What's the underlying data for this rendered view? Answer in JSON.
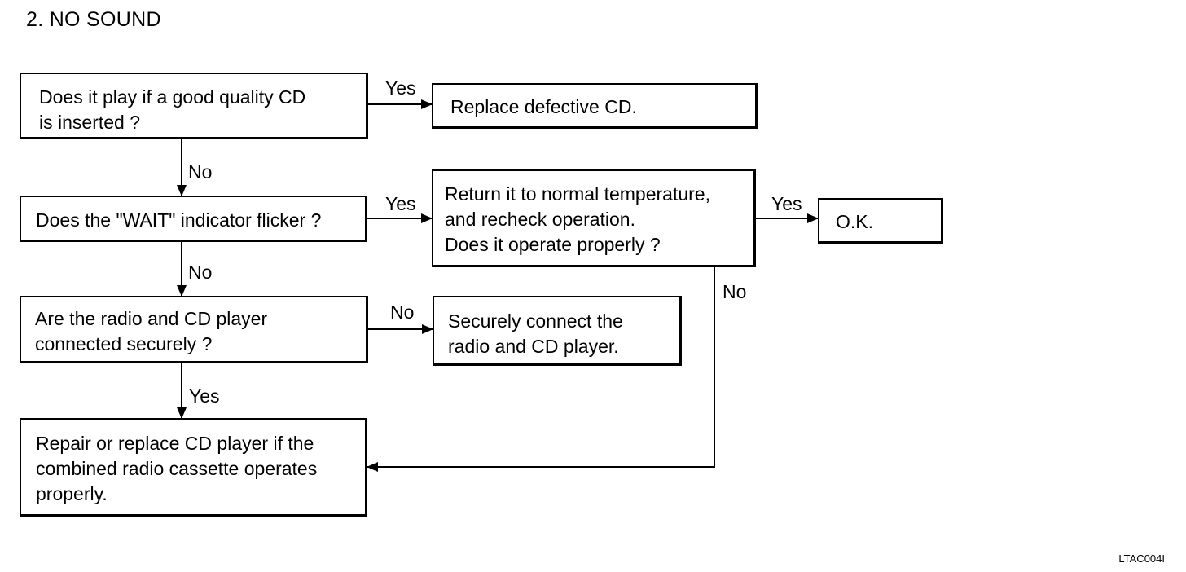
{
  "title": "2.  NO SOUND",
  "nodes": {
    "q1": [
      "Does it play if a good quality CD",
      "is inserted ?"
    ],
    "a1": [
      "Replace defective CD."
    ],
    "q2": [
      "Does the \"WAIT\" indicator flicker ?"
    ],
    "q3": [
      "Return it to normal temperature,",
      "and recheck operation.",
      "Does it operate properly ?"
    ],
    "ok": [
      "O.K."
    ],
    "q4": [
      "Are the radio and CD player",
      "connected securely ?"
    ],
    "a4": [
      "Securely connect the",
      "radio and CD player."
    ],
    "a5": [
      "Repair or replace CD player if the",
      "combined radio cassette operates",
      "properly."
    ]
  },
  "edges": {
    "q1_a1": "Yes",
    "q1_q2": "No",
    "q2_q3": "Yes",
    "q3_ok": "Yes",
    "q3_a5": "No",
    "q2_q4": "No",
    "q4_a4": "No",
    "q4_a5": "Yes"
  },
  "figure_code": "LTAC004I"
}
